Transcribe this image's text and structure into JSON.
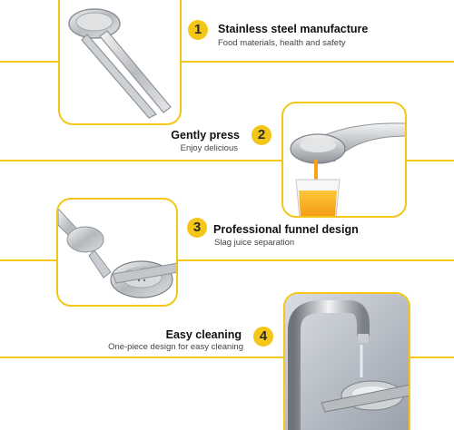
{
  "features": [
    {
      "number": "1",
      "title": "Stainless steel manufacture",
      "subtitle": "Food materials, health and safety"
    },
    {
      "number": "2",
      "title": "Gently press",
      "subtitle": "Enjoy delicious"
    },
    {
      "number": "3",
      "title": "Professional funnel design",
      "subtitle": "Slag juice separation"
    },
    {
      "number": "4",
      "title": "Easy cleaning",
      "subtitle": "One-piece design for easy cleaning"
    }
  ],
  "colors": {
    "accent": "#f3c617",
    "juice": "#f7a21a"
  }
}
